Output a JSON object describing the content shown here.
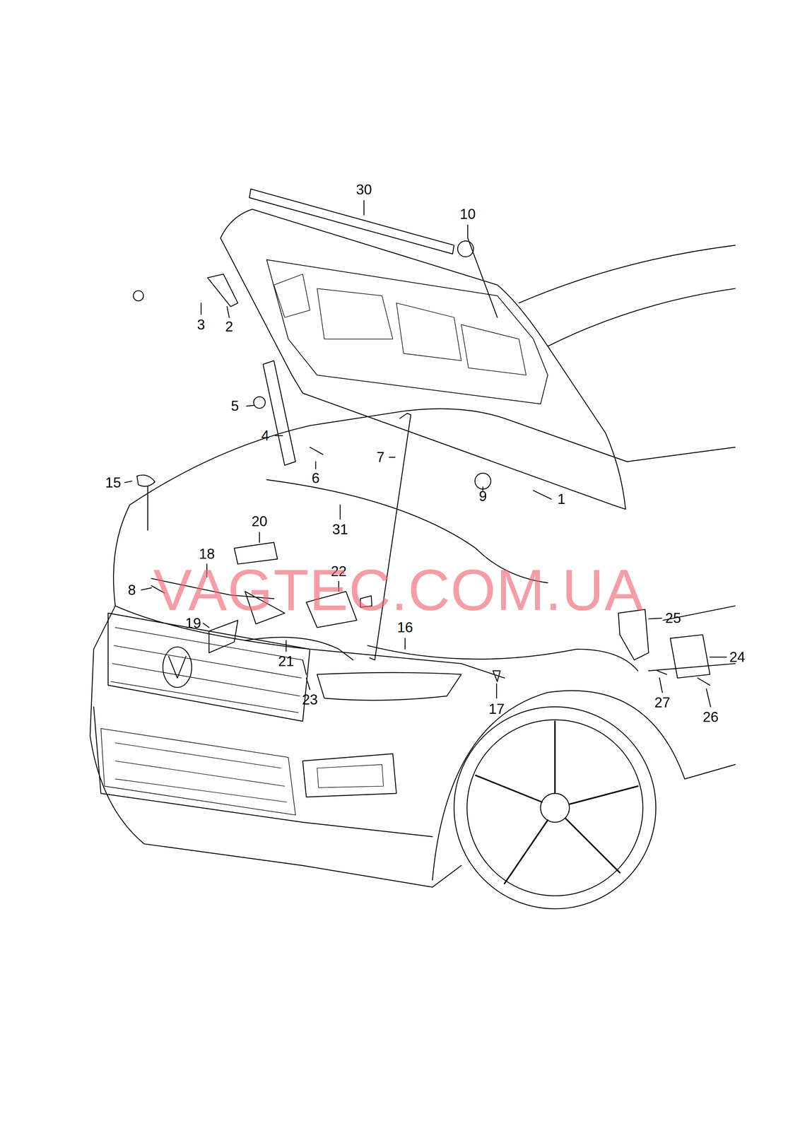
{
  "diagram": {
    "labels": [
      "30",
      "10",
      "3",
      "2",
      "5",
      "4",
      "6",
      "7",
      "9",
      "1",
      "15",
      "20",
      "31",
      "18",
      "22",
      "8",
      "25",
      "19",
      "24",
      "21",
      "16",
      "23",
      "17",
      "27",
      "26",
      "VAGTEC.COM.UA"
    ]
  }
}
